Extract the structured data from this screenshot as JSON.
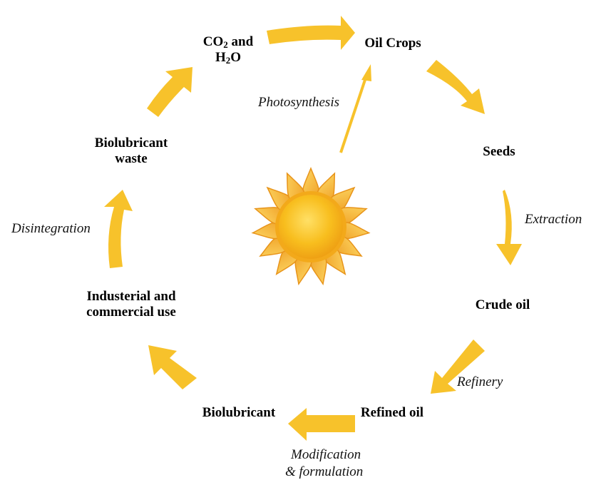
{
  "colors": {
    "arrow": "#F7C22B",
    "arrow_light": "#FCD94E",
    "sun_core": "#F5B21A",
    "sun_ray": "#F9C53A",
    "sun_ray_edge": "#E8941A"
  },
  "nodes": {
    "oil_crops": "Oil Crops",
    "seeds": "Seeds",
    "crude_oil": "Crude oil",
    "refined_oil": "Refined oil",
    "biolubricant": "Biolubricant",
    "industrial_use_line1": "Industerial and",
    "industrial_use_line2": "commercial use",
    "waste_line1": "Biolubricant",
    "waste_line2": "waste",
    "co2": {
      "co": "CO",
      "co_sub": "2",
      "and": " and",
      "h": "H",
      "h_sub": "2",
      "o": "O"
    }
  },
  "processes": {
    "photosynthesis": "Photosynthesis",
    "extraction": "Extraction",
    "refinery": "Refinery",
    "modification_line1": "Modification",
    "modification_line2": "& formulation",
    "disintegration": "Disintegration"
  },
  "icons": {
    "sun": "sun-icon"
  }
}
